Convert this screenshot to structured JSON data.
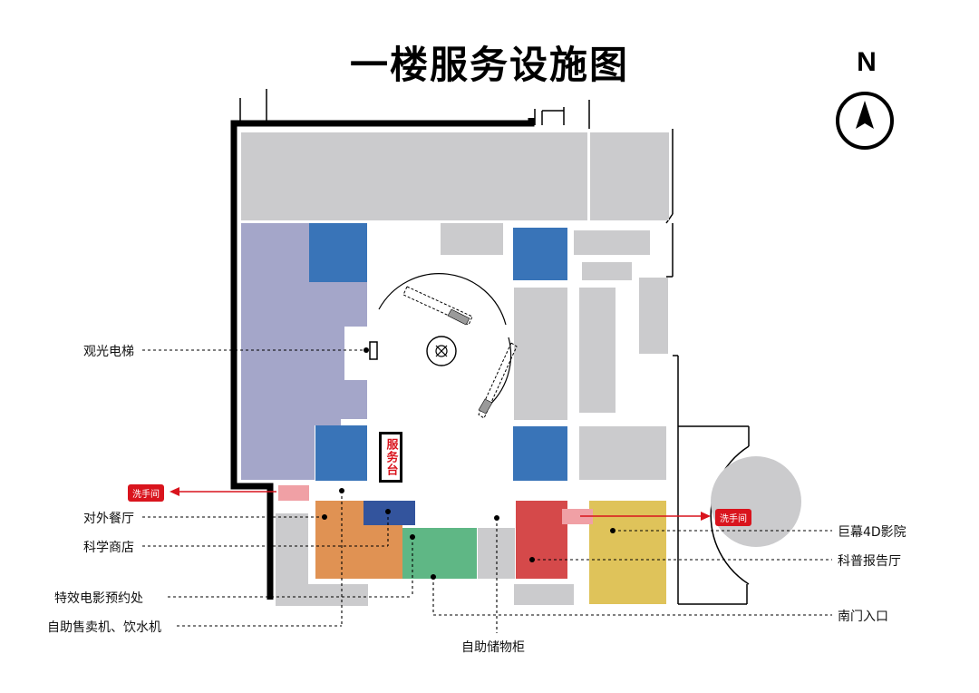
{
  "title": "一楼服务设施图",
  "compass": {
    "letter": "N",
    "icon": "north-arrow-icon"
  },
  "service_desk": "服务台",
  "restroom_tag": "洗手间",
  "labels": {
    "sightseeing_elevator": "观光电梯",
    "external_restaurant": "对外餐厅",
    "science_shop": "科学商店",
    "special_effects_booking": "特效电影预约处",
    "vending_machines": "自助售卖机、饮水机",
    "self_storage": "自助储物柜",
    "giant_screen_4d": "巨幕4D影院",
    "science_lecture_hall": "科普报告厅",
    "south_gate": "南门入口"
  },
  "colors": {
    "gray_block": "#cbcbcd",
    "lavender": "#a4a6c9",
    "blue": "#3974b8",
    "dark_blue": "#33549d",
    "orange": "#e09253",
    "green": "#5fb785",
    "red": "#d5494a",
    "yellow": "#dfc35a",
    "pink": "#f0a0a5",
    "accent_red": "#d9141d"
  }
}
